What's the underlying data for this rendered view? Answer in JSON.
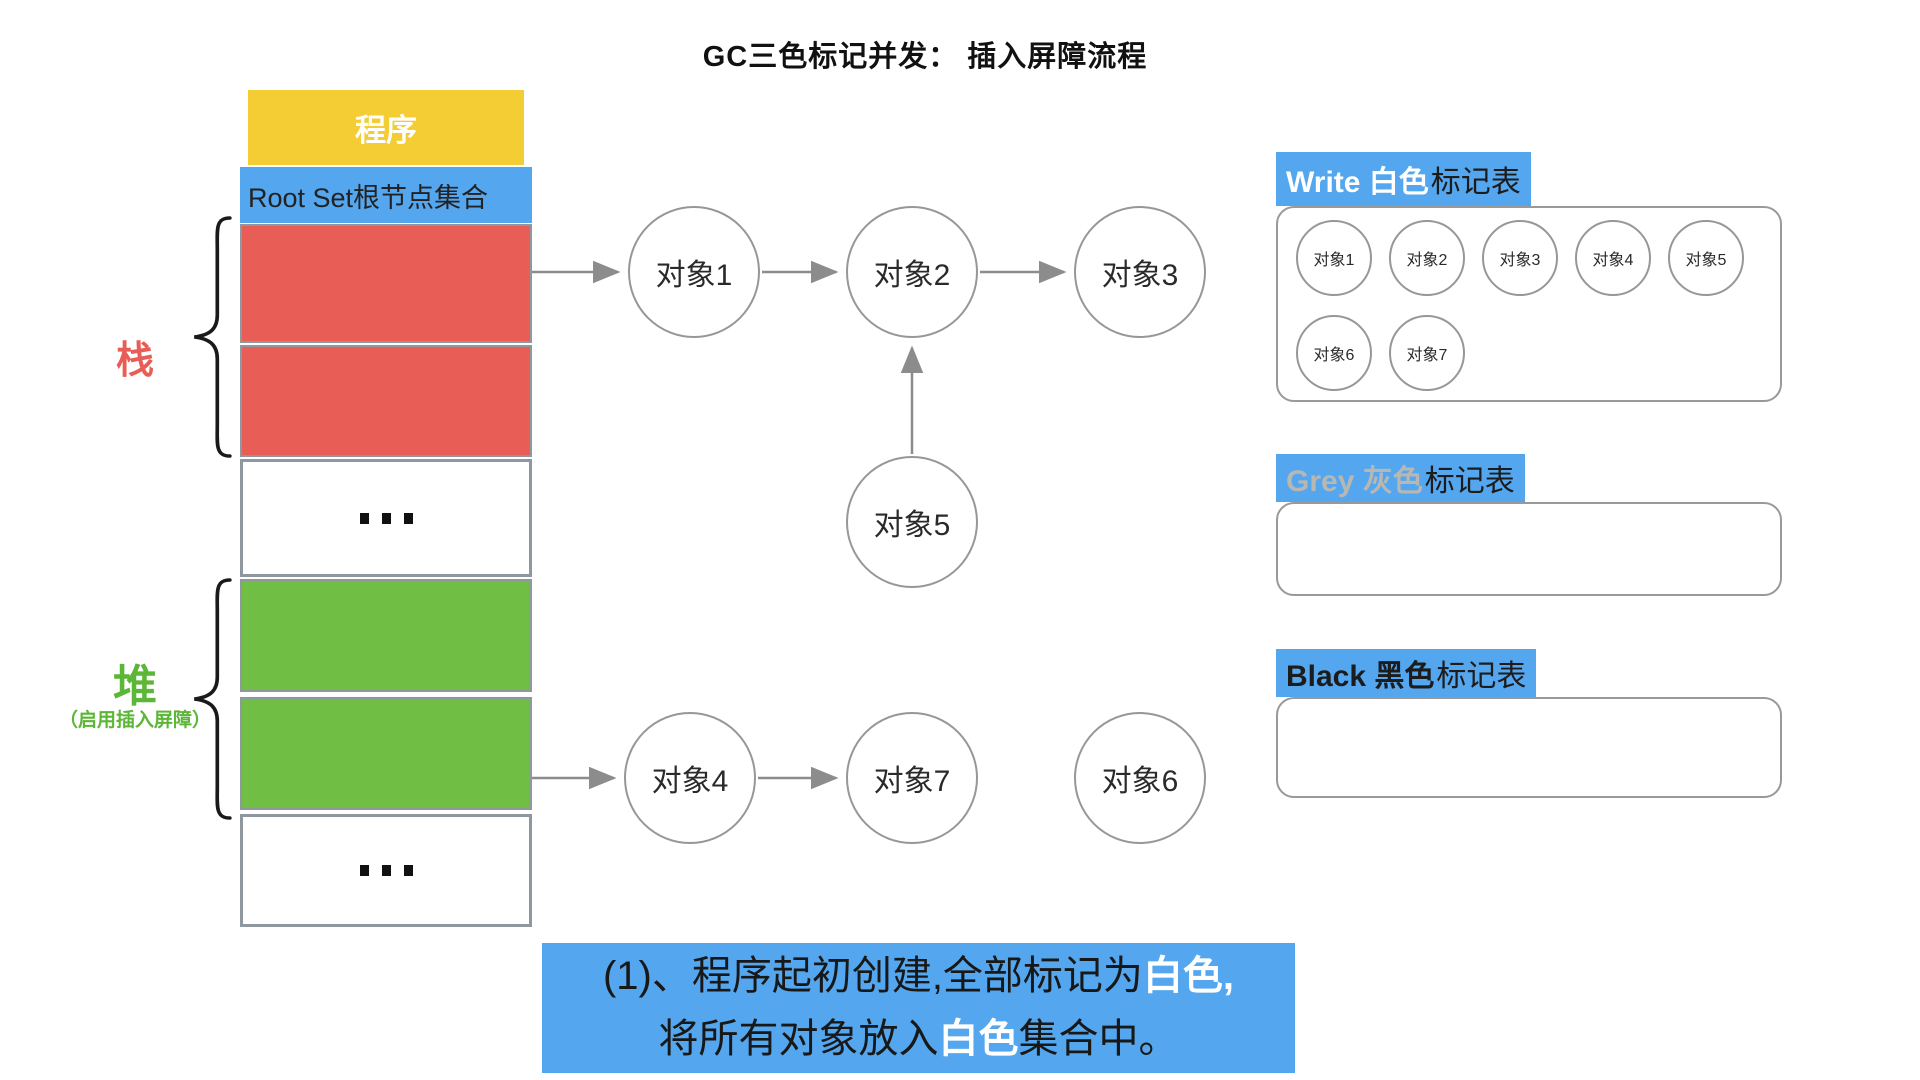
{
  "title": "GC三色标记并发： 插入屏障流程",
  "stack_diagram": {
    "program_label": "程序",
    "root_set_label": "Root Set根节点集合",
    "stack_brace_label": "栈",
    "heap_brace_label": "堆",
    "heap_brace_sublabel": "（启用插入屏障）"
  },
  "object_graph": {
    "nodes": [
      {
        "label": "对象1"
      },
      {
        "label": "对象2"
      },
      {
        "label": "对象3"
      },
      {
        "label": "对象5"
      },
      {
        "label": "对象4"
      },
      {
        "label": "对象7"
      },
      {
        "label": "对象6"
      }
    ],
    "edges": [
      "root-set → 对象1",
      "对象1 → 对象2",
      "对象2 → 对象3",
      "对象5 → 对象2",
      "heap → 对象4",
      "对象4 → 对象7"
    ]
  },
  "mark_tables": {
    "white": {
      "title_prefix": "Write 白色",
      "title_suffix": "标记表",
      "items": [
        "对象1",
        "对象2",
        "对象3",
        "对象4",
        "对象5",
        "对象6",
        "对象7"
      ]
    },
    "grey": {
      "title_prefix": "Grey 灰色",
      "title_suffix": "标记表",
      "items": []
    },
    "black": {
      "title_prefix": "Black 黑色",
      "title_suffix": "标记表",
      "items": []
    }
  },
  "caption": {
    "line1_black": "(1)、程序起初创建,全部标记为",
    "line1_white": "白色,",
    "line2_black_pre": "将所有对象放入",
    "line2_white": "白色",
    "line2_black_post": "集合中。"
  },
  "colors": {
    "blue": "#54a7ee",
    "yellow": "#f3cd33",
    "red": "#e85d56",
    "green": "#70bf44",
    "green_text": "#5cb637",
    "grey_header_text": "#b9b7b1",
    "border_grey": "#8e989e"
  }
}
